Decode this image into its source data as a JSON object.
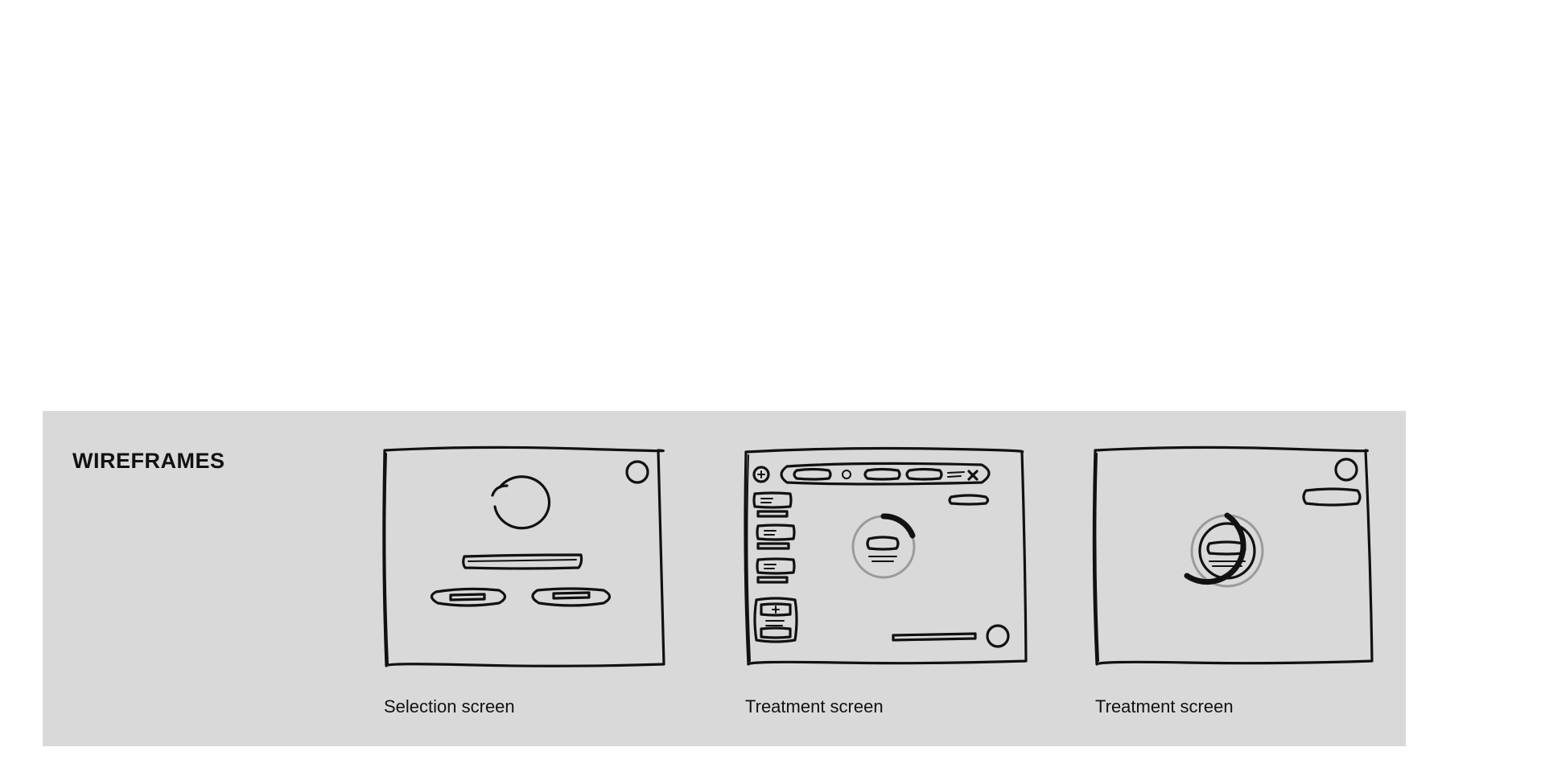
{
  "section": {
    "title": "WIREFRAMES"
  },
  "wireframes": [
    {
      "caption": "Selection screen"
    },
    {
      "caption": "Treatment screen"
    },
    {
      "caption": "Treatment screen"
    }
  ],
  "colors": {
    "panel_background": "#d9d9d9",
    "page_background": "#ffffff",
    "ink": "#111111"
  }
}
